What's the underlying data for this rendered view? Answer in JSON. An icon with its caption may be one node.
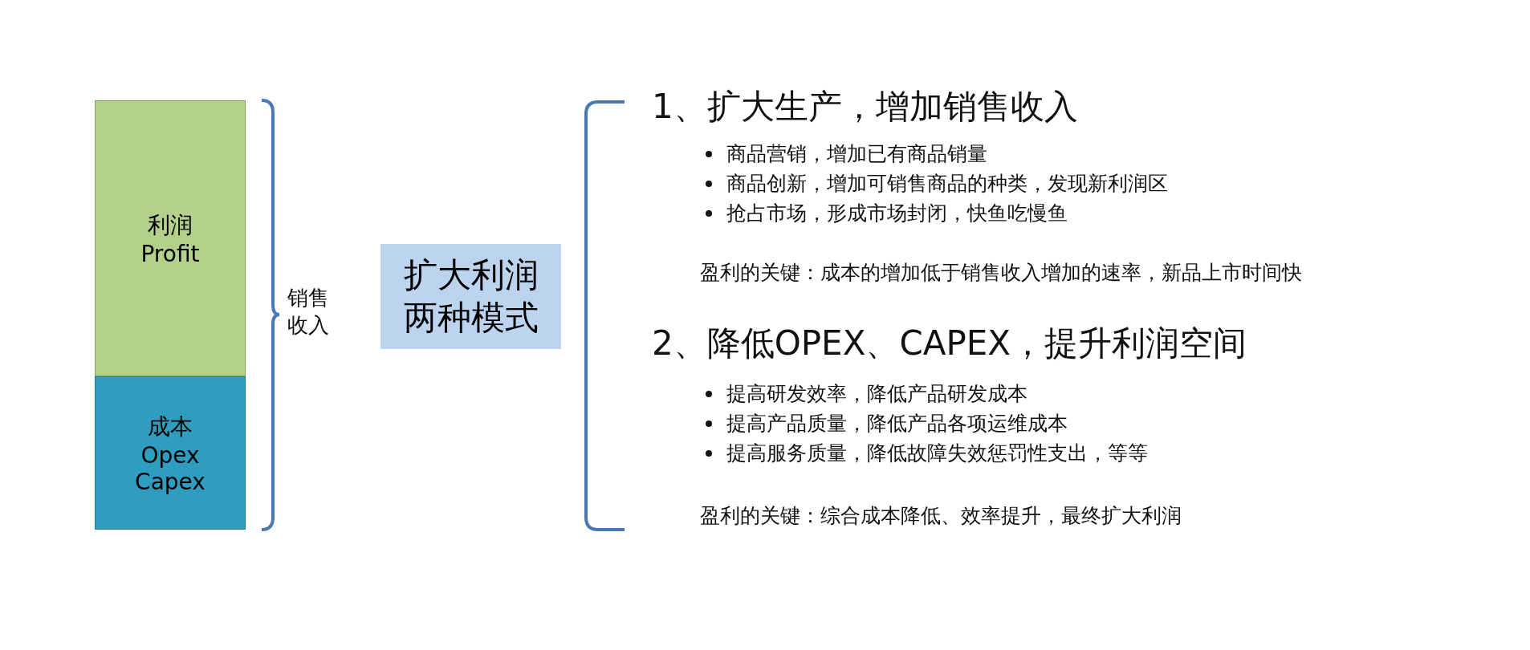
{
  "diagram": {
    "nodes": [
      {
        "text": [
          "利润",
          "Profit"
        ]
      },
      {
        "text": [
          "成本",
          "Opex",
          "Capex"
        ]
      },
      {
        "text": [
          "扩大利润两种模式"
        ]
      }
    ],
    "edges": [],
    "labels": [
      "销售收入",
      "1、扩大生产，增加销售收入",
      "商品营销，增加已有商品销量",
      "商品创新，增加可销售商品的种类，发现新利润区",
      "抢占市场，形成市场封闭，快鱼吃慢鱼",
      "盈利的关键：成本的增加低于销售收入增加的速率，新品上市时间快",
      "2、降低OPEX、CAPEX，提升利润空间",
      "提高研发效率，降低产品研发成本",
      "提高产品质量，降低产品各项运维成本",
      "提高服务质量，降低故障失效惩罚性支出，等等",
      "盈利的关键：综合成本降低、效率提升，最终扩大利润"
    ]
  }
}
